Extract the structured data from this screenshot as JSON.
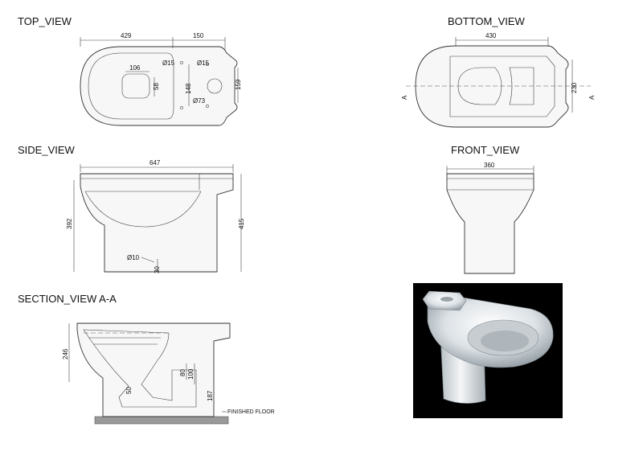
{
  "views": {
    "top": {
      "title": "TOP_VIEW",
      "dim_length": "429",
      "dim_tank": "150",
      "dim_seat_width": "106",
      "dim_seat_depth": "58",
      "dim_holes": "148",
      "dim_tank_width": "159",
      "hole_left": "Ø15",
      "hole_right": "Ø15",
      "outlet": "Ø73"
    },
    "bottom": {
      "title": "BOTTOM_VIEW",
      "dim_length": "430",
      "dim_width": "230",
      "section_left": "A",
      "section_right": "A"
    },
    "side": {
      "title": "SIDE_VIEW",
      "dim_length": "647",
      "dim_bowl_height": "392",
      "dim_total_height": "415",
      "inlet": "Ø10",
      "dim_inlet_height": "30"
    },
    "front": {
      "title": "FRONT_VIEW",
      "dim_width": "360"
    },
    "section": {
      "title": "SECTION_VIEW  A-A",
      "dim_height": "246",
      "dim_outlet_1": "80",
      "dim_outlet_2": "100",
      "dim_outlet_height": "187",
      "dim_trap": "50",
      "floor_label": "FINISHED FLOOR"
    }
  },
  "colors": {
    "line": "#333333",
    "photo_background": "#000000",
    "floor_fill": "#999999"
  }
}
